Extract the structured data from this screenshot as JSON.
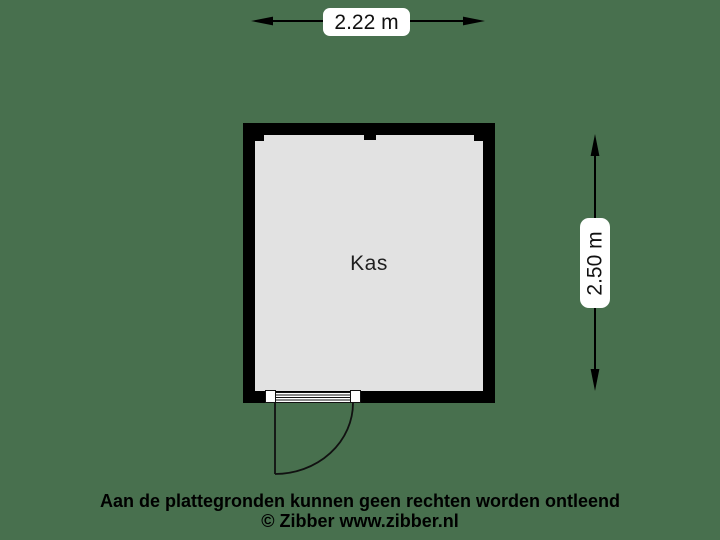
{
  "canvas": {
    "background_color": "#48704E"
  },
  "floorplan": {
    "room": {
      "label": "Kas",
      "fill_color": "#E2E2E2",
      "wall_color": "#000000"
    },
    "door": {
      "type": "single-swing-door-with-threshold"
    }
  },
  "dimensions": {
    "width": {
      "label": "2.22 m"
    },
    "height": {
      "label": "2.50 m"
    }
  },
  "footer": {
    "disclaimer": "Aan de plattegronden kunnen geen rechten worden ontleend",
    "copyright": "© Zibber www.zibber.nl"
  }
}
